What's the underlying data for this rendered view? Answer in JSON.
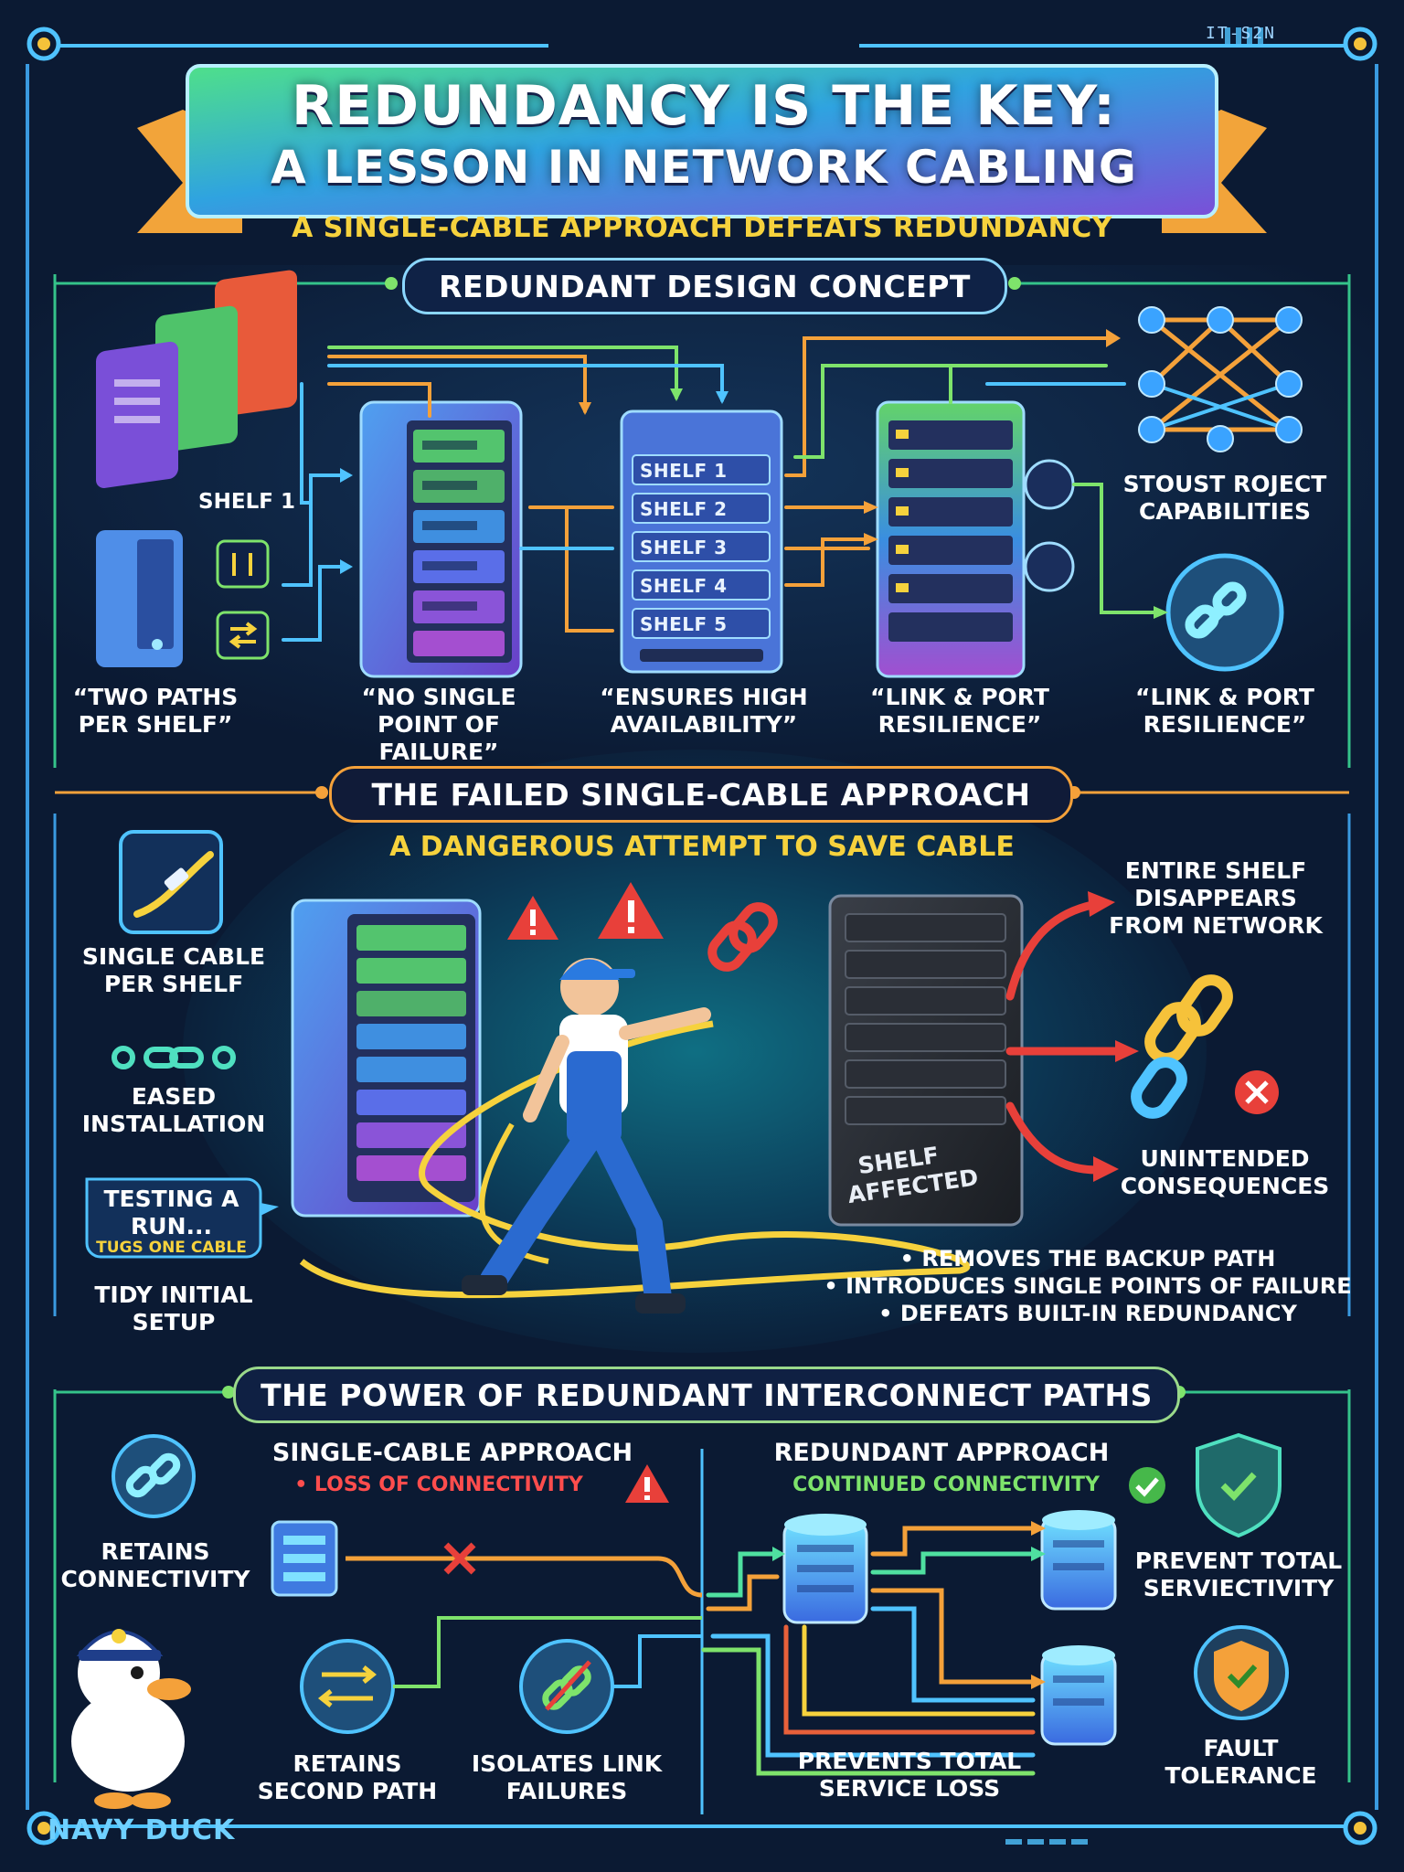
{
  "header": {
    "code": "IT-S2N",
    "title_line1": "REDUNDANCY IS THE KEY:",
    "title_line2": "A LESSON IN NETWORK CABLING",
    "subtitle": "A SINGLE-CABLE APPROACH DEFEATS REDUNDANCY"
  },
  "section1": {
    "heading": "REDUNDANT DESIGN CONCEPT",
    "shelf_label": "SHELF 1",
    "shelves": [
      "SHELF 1",
      "SHELF 2",
      "SHELF 3",
      "SHELF 4",
      "SHELF 5"
    ],
    "capabilities": "STOUST ROJECT CAPABILITIES",
    "captions": [
      "“TWO PATHS PER SHELF”",
      "“NO SINGLE POINT OF FAILURE”",
      "“ENSURES HIGH AVAILABILITY”",
      "“LINK & PORT RESILIENCE”",
      "“LINK & PORT RESILIENCE”"
    ]
  },
  "section2": {
    "heading": "THE FAILED SINGLE-CABLE APPROACH",
    "subheading": "A DANGEROUS ATTEMPT TO SAVE CABLE",
    "left": {
      "single_cable": "SINGLE CABLE PER SHELF",
      "eased": "EASED INSTALLATION",
      "testing": "TESTING A RUN...",
      "tugs": "TUGS ONE CABLE",
      "tidy": "TIDY INITIAL SETUP"
    },
    "shelf_affected": "SHELF AFFECTED",
    "right": {
      "disappears": "ENTIRE SHELF DISAPPEARS FROM NETWORK",
      "unintended": "UNINTENDED CONSEQUENCES"
    },
    "bullets": [
      "• REMOVES THE BACKUP PATH",
      "• INTRODUCES SINGLE POINTS OF FAILURE",
      "• DEFEATS BUILT-IN REDUNDANCY"
    ]
  },
  "section3": {
    "heading": "THE POWER OF REDUNDANT INTERCONNECT PATHS",
    "single_title": "SINGLE-CABLE APPROACH",
    "single_sub": "• LOSS OF CONNECTIVITY",
    "redundant_title": "REDUNDANT APPROACH",
    "redundant_sub": "CONTINUED CONNECTIVITY",
    "retains_connectivity": "RETAINS CONNECTIVITY",
    "retains_second_path": "RETAINS SECOND PATH",
    "isolates": "ISOLATES LINK FAILURES",
    "prevents_total_service_loss": "PREVENTS TOTAL SERVICE LOSS",
    "prevent_total_serviectivity": "PREVENT TOTAL SERVIECTIVITY",
    "fault_tolerance": "FAULT TOLERANCE"
  },
  "footer": {
    "brand": "NAVY DUCK"
  },
  "colors": {
    "bg": "#0b1a33",
    "accent_yellow": "#f6d23d",
    "accent_orange": "#f4a13a",
    "accent_blue": "#4fc3ff",
    "accent_green": "#7ee36b",
    "alert_red": "#e8403a"
  }
}
